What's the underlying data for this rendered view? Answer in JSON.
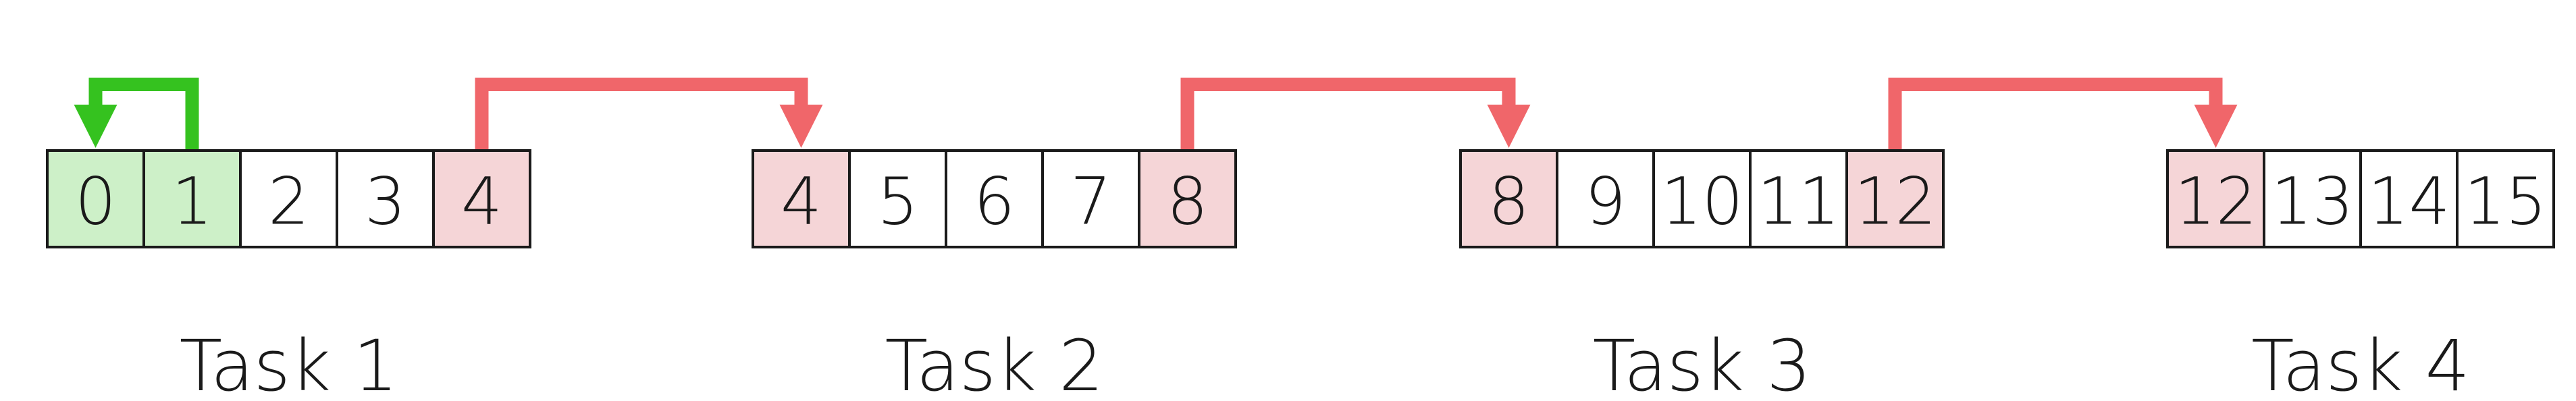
{
  "colors": {
    "plain_fill": "#ffffff",
    "local_fill": "#cdf0c8",
    "local_arrow": "#35c21f",
    "shared_fill": "#f5d5d7",
    "shared_arrow": "#f0666a",
    "border": "#1a1a1a"
  },
  "tasks": [
    {
      "label": "Task 1",
      "cells": [
        {
          "value": "0",
          "kind": "local"
        },
        {
          "value": "1",
          "kind": "local"
        },
        {
          "value": "2",
          "kind": "plain"
        },
        {
          "value": "3",
          "kind": "plain"
        },
        {
          "value": "4",
          "kind": "shared"
        }
      ]
    },
    {
      "label": "Task 2",
      "cells": [
        {
          "value": "4",
          "kind": "shared"
        },
        {
          "value": "5",
          "kind": "plain"
        },
        {
          "value": "6",
          "kind": "plain"
        },
        {
          "value": "7",
          "kind": "plain"
        },
        {
          "value": "8",
          "kind": "shared"
        }
      ]
    },
    {
      "label": "Task 3",
      "cells": [
        {
          "value": "8",
          "kind": "shared"
        },
        {
          "value": "9",
          "kind": "plain"
        },
        {
          "value": "10",
          "kind": "plain"
        },
        {
          "value": "11",
          "kind": "plain"
        },
        {
          "value": "12",
          "kind": "shared"
        }
      ]
    },
    {
      "label": "Task 4",
      "cells": [
        {
          "value": "12",
          "kind": "shared"
        },
        {
          "value": "13",
          "kind": "plain"
        },
        {
          "value": "14",
          "kind": "plain"
        },
        {
          "value": "15",
          "kind": "plain"
        }
      ]
    }
  ],
  "arrows": [
    {
      "from_task": 0,
      "from_cell": 1,
      "to_task": 0,
      "to_cell": 0,
      "kind": "local"
    },
    {
      "from_task": 0,
      "from_cell": 4,
      "to_task": 1,
      "to_cell": 0,
      "kind": "shared"
    },
    {
      "from_task": 1,
      "from_cell": 4,
      "to_task": 2,
      "to_cell": 0,
      "kind": "shared"
    },
    {
      "from_task": 2,
      "from_cell": 4,
      "to_task": 3,
      "to_cell": 0,
      "kind": "shared"
    }
  ]
}
